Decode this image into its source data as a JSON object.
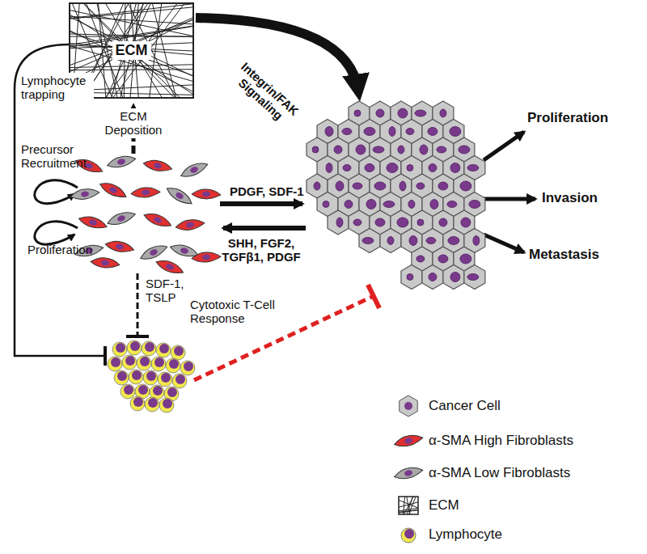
{
  "diagram": {
    "nodes": [
      {
        "text": [
          "ECM"
        ]
      }
    ],
    "labels": [
      "Lymphocyte trapping",
      "Integrin/FAK Signaling",
      "ECM Deposition",
      "Precursor Recruitment",
      "Proliferation",
      "PDGF, SDF-1",
      "SHH, FGF2, TGFβ1, PDGF",
      "Proliferation",
      "Invasion",
      "Metastasis",
      "SDF-1, TSLP",
      "Cytotoxic T-Cell Response"
    ],
    "legend": [
      {
        "text": "Cancer Cell"
      },
      {
        "text": "α-SMA High Fibroblasts"
      },
      {
        "text": "α-SMA Low Fibroblasts"
      },
      {
        "text": "ECM"
      },
      {
        "text": "Lymphocyte"
      }
    ]
  }
}
